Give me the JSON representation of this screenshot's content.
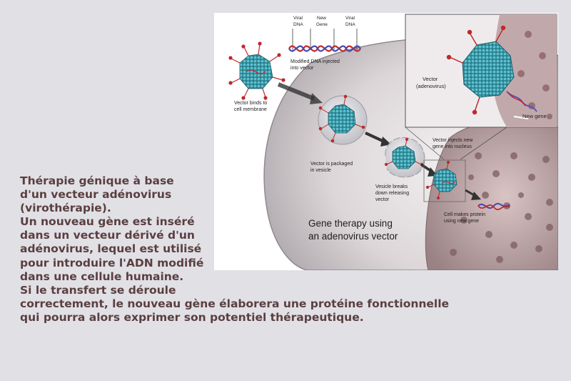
{
  "figure": {
    "title": [
      "Gene therapy using",
      "an adenovirus vector"
    ],
    "dna_labels": {
      "viral_dna_left": [
        "Viral",
        "DNA"
      ],
      "new_gene": [
        "New",
        "Gene"
      ],
      "viral_dna_right": [
        "Viral",
        "DNA"
      ]
    },
    "steps": {
      "modified_dna": [
        "Modified DNA injected",
        "into vector"
      ],
      "binds_membrane": [
        "Vector binds to",
        "cell membrane"
      ],
      "packaged": [
        "Vector is packaged",
        "in vesicle"
      ],
      "vesicle_breaks": [
        "Vesicle breaks",
        "down releasing",
        "vector"
      ],
      "injects_nucleus": [
        "Vector injects new",
        "gene into nucleus"
      ],
      "makes_protein": [
        "Cell makes protein",
        "using new gene"
      ]
    },
    "inset": {
      "vector_label": [
        "Vector",
        "(adenovirus)"
      ],
      "new_gene_label": "New gene"
    },
    "colors": {
      "virus": "#3a98a8",
      "spike": "#c0282c",
      "cell": "#c8b8b6",
      "nucleus": "#a28c8e"
    }
  },
  "caption": {
    "lines": [
      "Thérapie génique à base",
      "d'un vecteur adénovirus",
      "(virothérapie).",
      "Un nouveau gène est inséré",
      "dans un vecteur dérivé d'un",
      "adénovirus, lequel est utilisé",
      "pour introduire l'ADN modifié",
      "dans une cellule humaine.",
      "Si le transfert se déroule",
      "correctement, le nouveau gène élaborera une protéine fonctionnelle",
      "qui pourra alors exprimer son potentiel thérapeutique."
    ]
  }
}
